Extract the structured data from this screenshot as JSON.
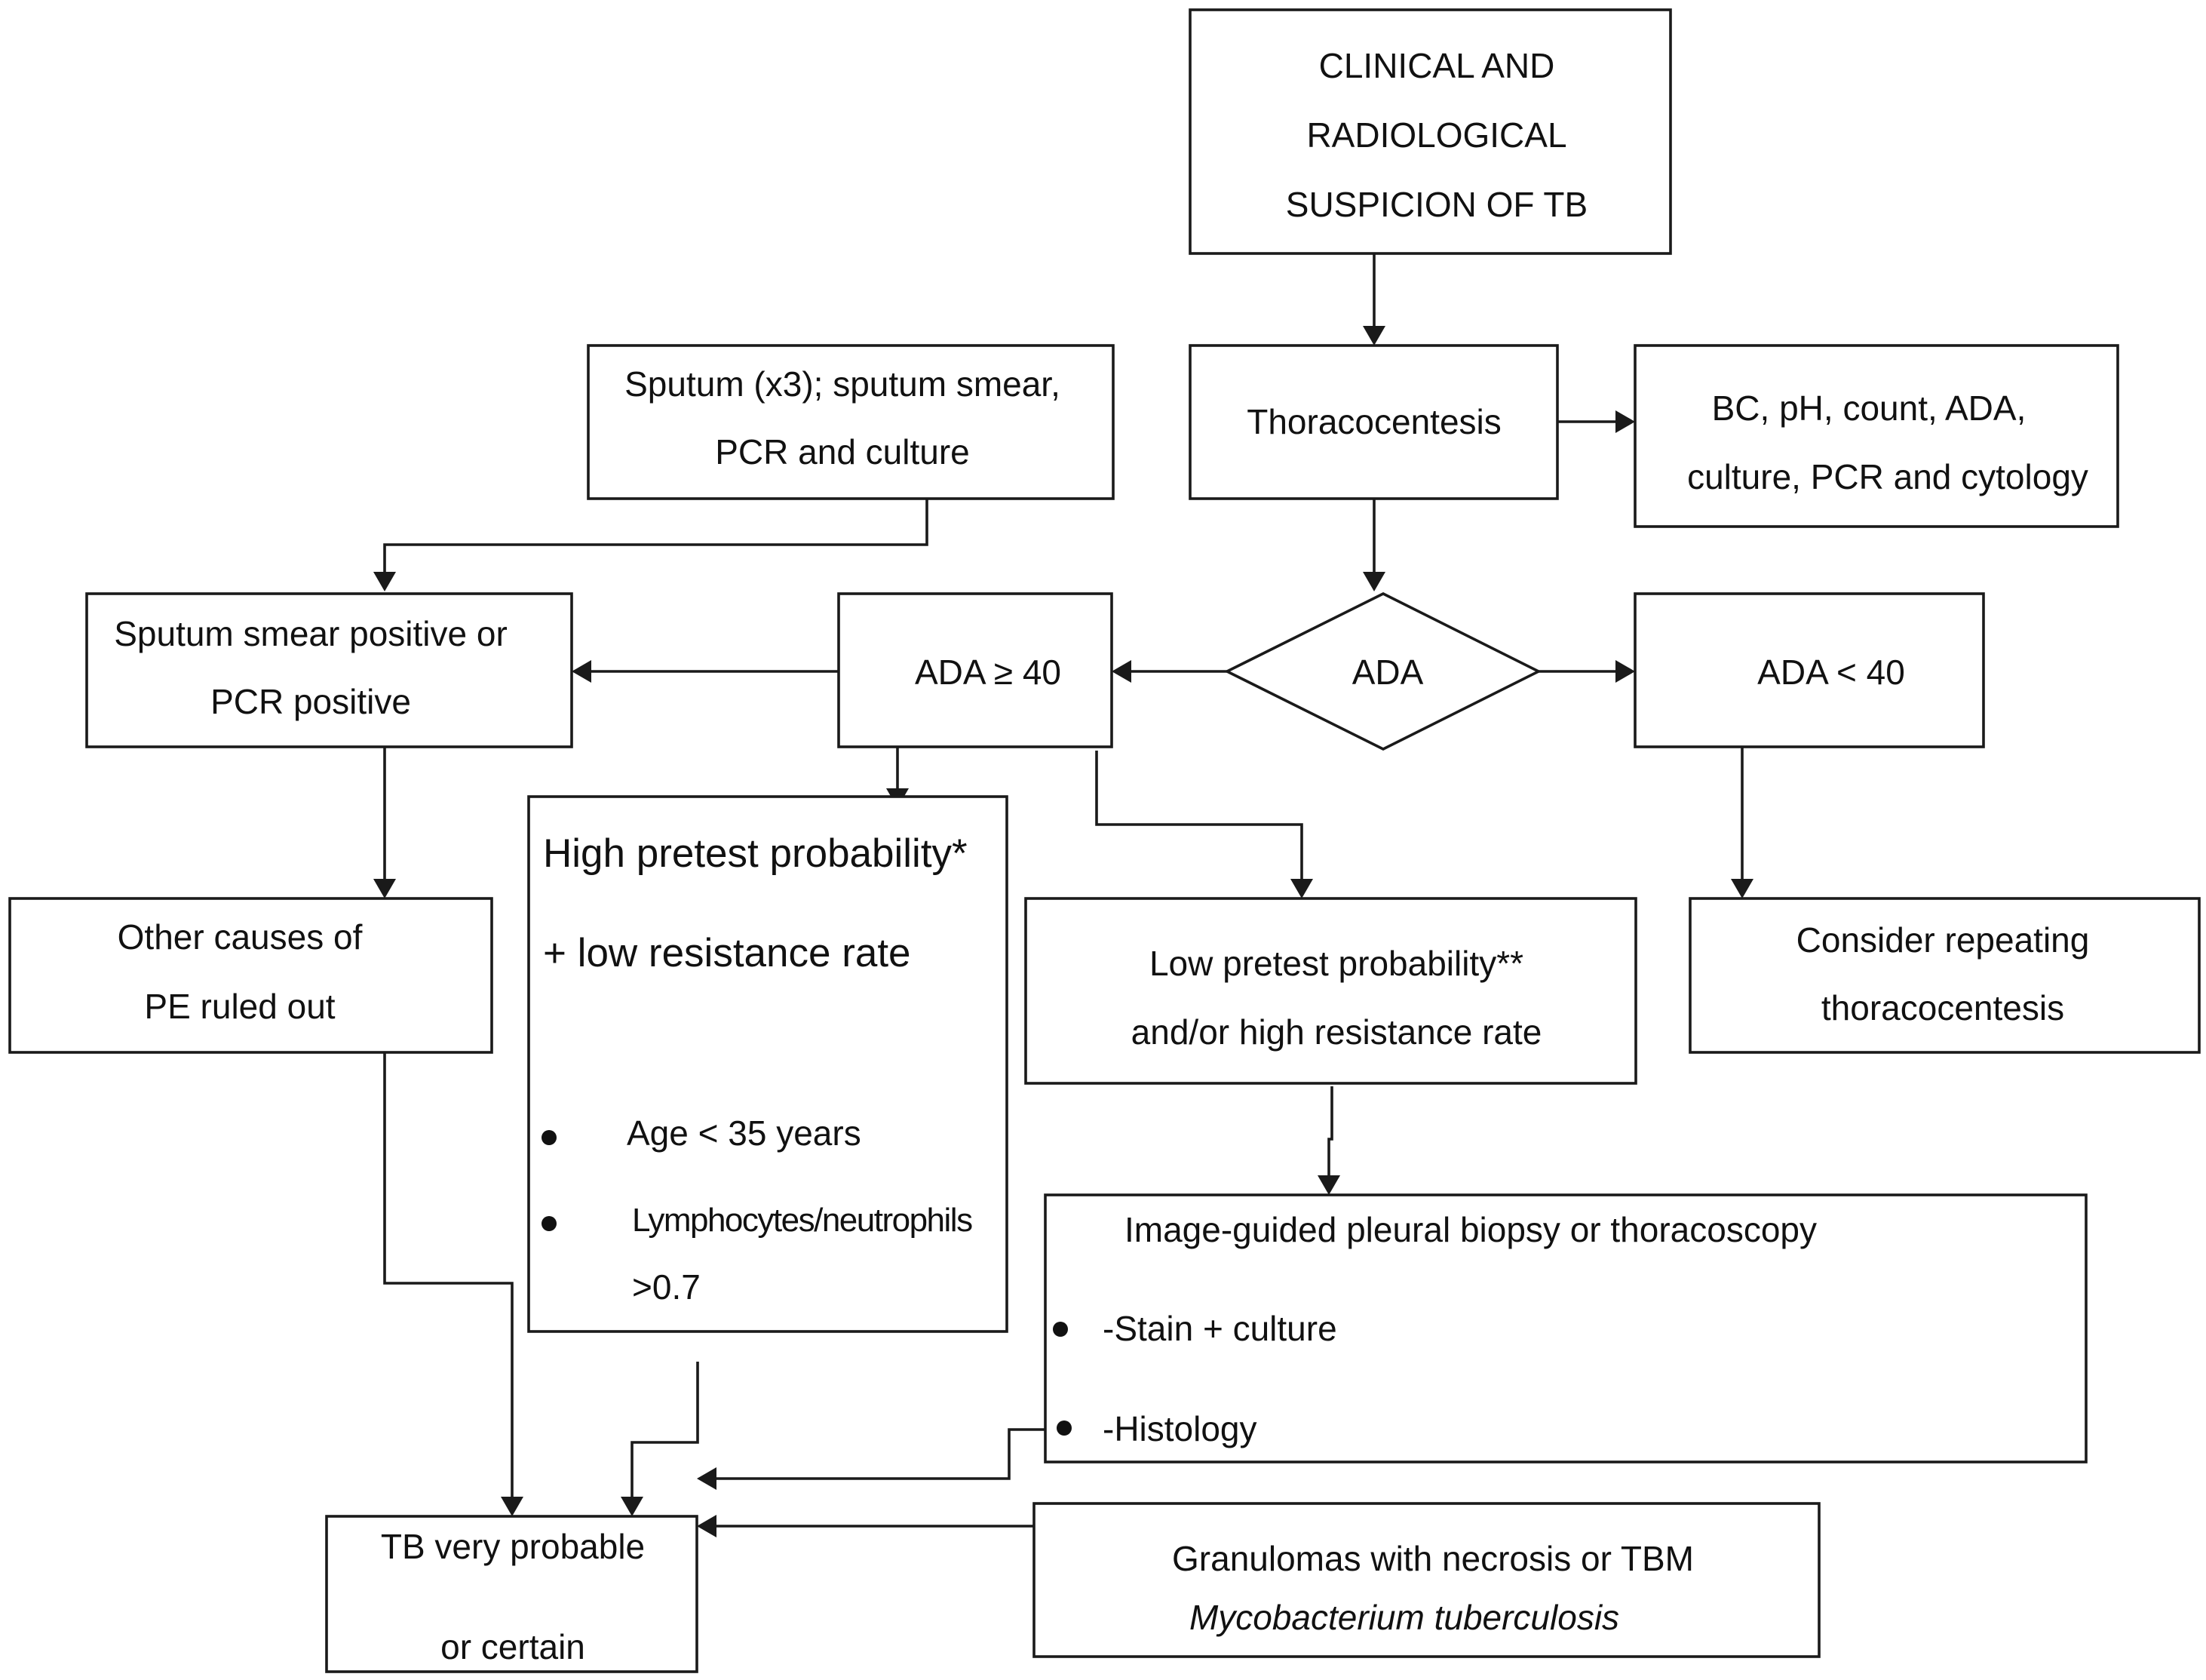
{
  "nodes": {
    "suspicion": {
      "lines": [
        "CLINICAL AND",
        "RADIOLOGICAL",
        "SUSPICION OF TB"
      ]
    },
    "thoracocentesis": {
      "label": "Thoracocentesis"
    },
    "fluid_tests": {
      "lines": [
        "BC, pH, count, ADA,",
        "culture, PCR and cytology"
      ]
    },
    "sputum": {
      "lines": [
        "Sputum (x3); sputum smear,",
        "PCR and culture"
      ]
    },
    "ada_decision": {
      "label": "ADA"
    },
    "ada_high": {
      "label": "ADA ≥ 40"
    },
    "ada_low": {
      "label": "ADA < 40"
    },
    "sputum_positive": {
      "lines": [
        "Sputum smear positive or",
        "PCR positive"
      ]
    },
    "other_causes": {
      "lines": [
        "Other causes of",
        "PE ruled out"
      ]
    },
    "high_pretest": {
      "lines": [
        "High pretest probability*",
        "+ low resistance rate"
      ],
      "bullets": [
        "Age < 35 years",
        "Lymphocytes/neutrophils"
      ],
      "continuation": ">0.7"
    },
    "low_pretest": {
      "lines": [
        "Low pretest probability**",
        "and/or high resistance rate"
      ]
    },
    "repeat": {
      "lines": [
        "Consider repeating",
        "thoracocentesis"
      ]
    },
    "biopsy": {
      "title": "Image-guided pleural biopsy or thoracoscopy",
      "bullets": [
        "-Stain + culture",
        "-Histology"
      ]
    },
    "outcome": {
      "lines": [
        "TB very probable",
        "or certain"
      ]
    },
    "granulomas": {
      "lines": [
        "Granulomas with necrosis or TBM",
        "Mycobacterium tuberculosis"
      ]
    }
  }
}
